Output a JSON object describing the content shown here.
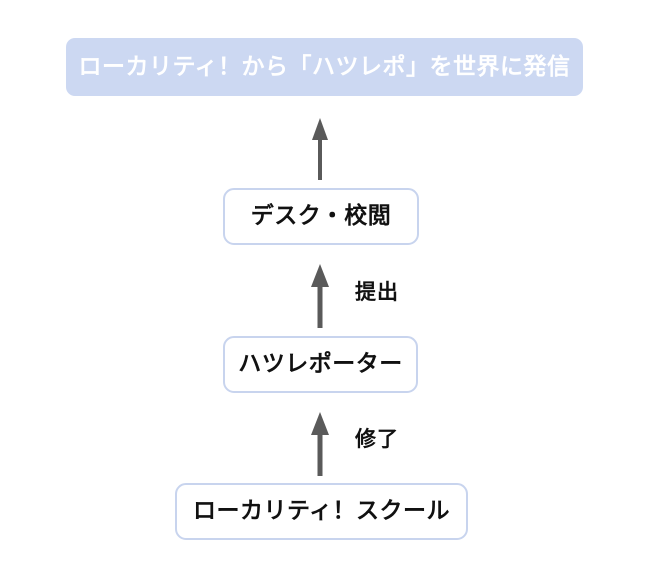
{
  "diagram": {
    "type": "vertical-flow",
    "direction": "bottom-to-top",
    "background_color": "#ffffff",
    "banner": {
      "label": "ローカリティ！から「ハツレポ」を世界に発信",
      "fill_color": "#ccd8f2",
      "text_color": "#ffffff"
    },
    "nodes": [
      {
        "id": "desk",
        "label": "デスク・校閲",
        "fill_color": "#ffffff",
        "border_color": "#c8d4ee",
        "text_color": "#111111"
      },
      {
        "id": "reporter",
        "label": "ハツレポーター",
        "fill_color": "#ffffff",
        "border_color": "#c8d4ee",
        "text_color": "#111111"
      },
      {
        "id": "school",
        "label": "ローカリティ！スクール",
        "fill_color": "#ffffff",
        "border_color": "#c8d4ee",
        "text_color": "#111111"
      }
    ],
    "arrows": [
      {
        "id": "arrow-top",
        "from": "desk",
        "to": "banner",
        "label": "",
        "color": "#5a5a5a"
      },
      {
        "id": "arrow-submit",
        "from": "reporter",
        "to": "desk",
        "label": "提出",
        "color": "#5a5a5a"
      },
      {
        "id": "arrow-complete",
        "from": "school",
        "to": "reporter",
        "label": "修了",
        "color": "#5a5a5a"
      }
    ]
  }
}
